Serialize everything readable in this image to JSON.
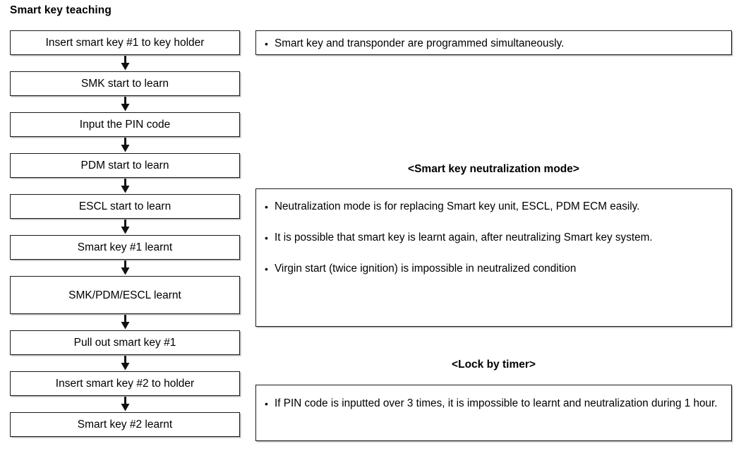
{
  "title": "Smart key teaching",
  "flow": {
    "arrow_icon": "arrow-down-icon",
    "steps": [
      {
        "label": "Insert smart key #1 to key holder",
        "lines": 1
      },
      {
        "label": "SMK start to learn",
        "lines": 1
      },
      {
        "label": "Input the PIN code",
        "lines": 1
      },
      {
        "label": "PDM start to learn",
        "lines": 1
      },
      {
        "label": "ESCL start to learn",
        "lines": 1
      },
      {
        "label": "Smart key #1 learnt",
        "lines": 1
      },
      {
        "label": "SMK/PDM/ESCL learnt",
        "lines": 2
      },
      {
        "label": "Pull out smart key #1",
        "lines": 1
      },
      {
        "label": "Insert smart key #2 to holder",
        "lines": 1
      },
      {
        "label": "Smart key #2 learnt",
        "lines": 1
      }
    ]
  },
  "notes": {
    "intro": {
      "bullets": [
        "Smart key and transponder are programmed simultaneously."
      ]
    },
    "neutralization": {
      "heading": "<Smart key neutralization mode>",
      "bullets": [
        "Neutralization mode is for replacing Smart key unit, ESCL, PDM ECM easily.",
        "It is possible that smart key is learnt again, after neutralizing Smart key system.",
        "Virgin start (twice ignition) is impossible in neutralized condition"
      ]
    },
    "lock_by_timer": {
      "heading": "<Lock by timer>",
      "bullets": [
        "If PIN code is inputted over 3 times, it is impossible to learnt and neutralization during 1 hour."
      ]
    }
  },
  "colors": {
    "border": "#1a1a1a",
    "shadow": "#b8b8b8",
    "text": "#000000",
    "background": "#ffffff"
  }
}
